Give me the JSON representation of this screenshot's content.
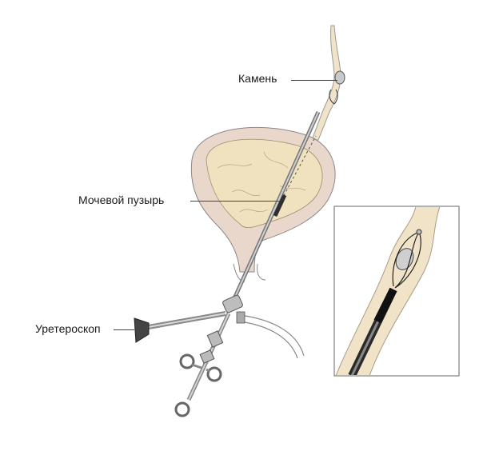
{
  "labels": {
    "stone": "Камень",
    "bladder": "Мочевой пузырь",
    "ureteroscope": "Уретероскоп"
  },
  "colors": {
    "bladder_fill": "#efe2c4",
    "bladder_wall": "#e8cfc0",
    "ureter_fill": "#f1e3c8",
    "instrument": "#8a8a8a",
    "instrument_dark": "#3a3a3a",
    "stone": "#c9c9c9"
  }
}
